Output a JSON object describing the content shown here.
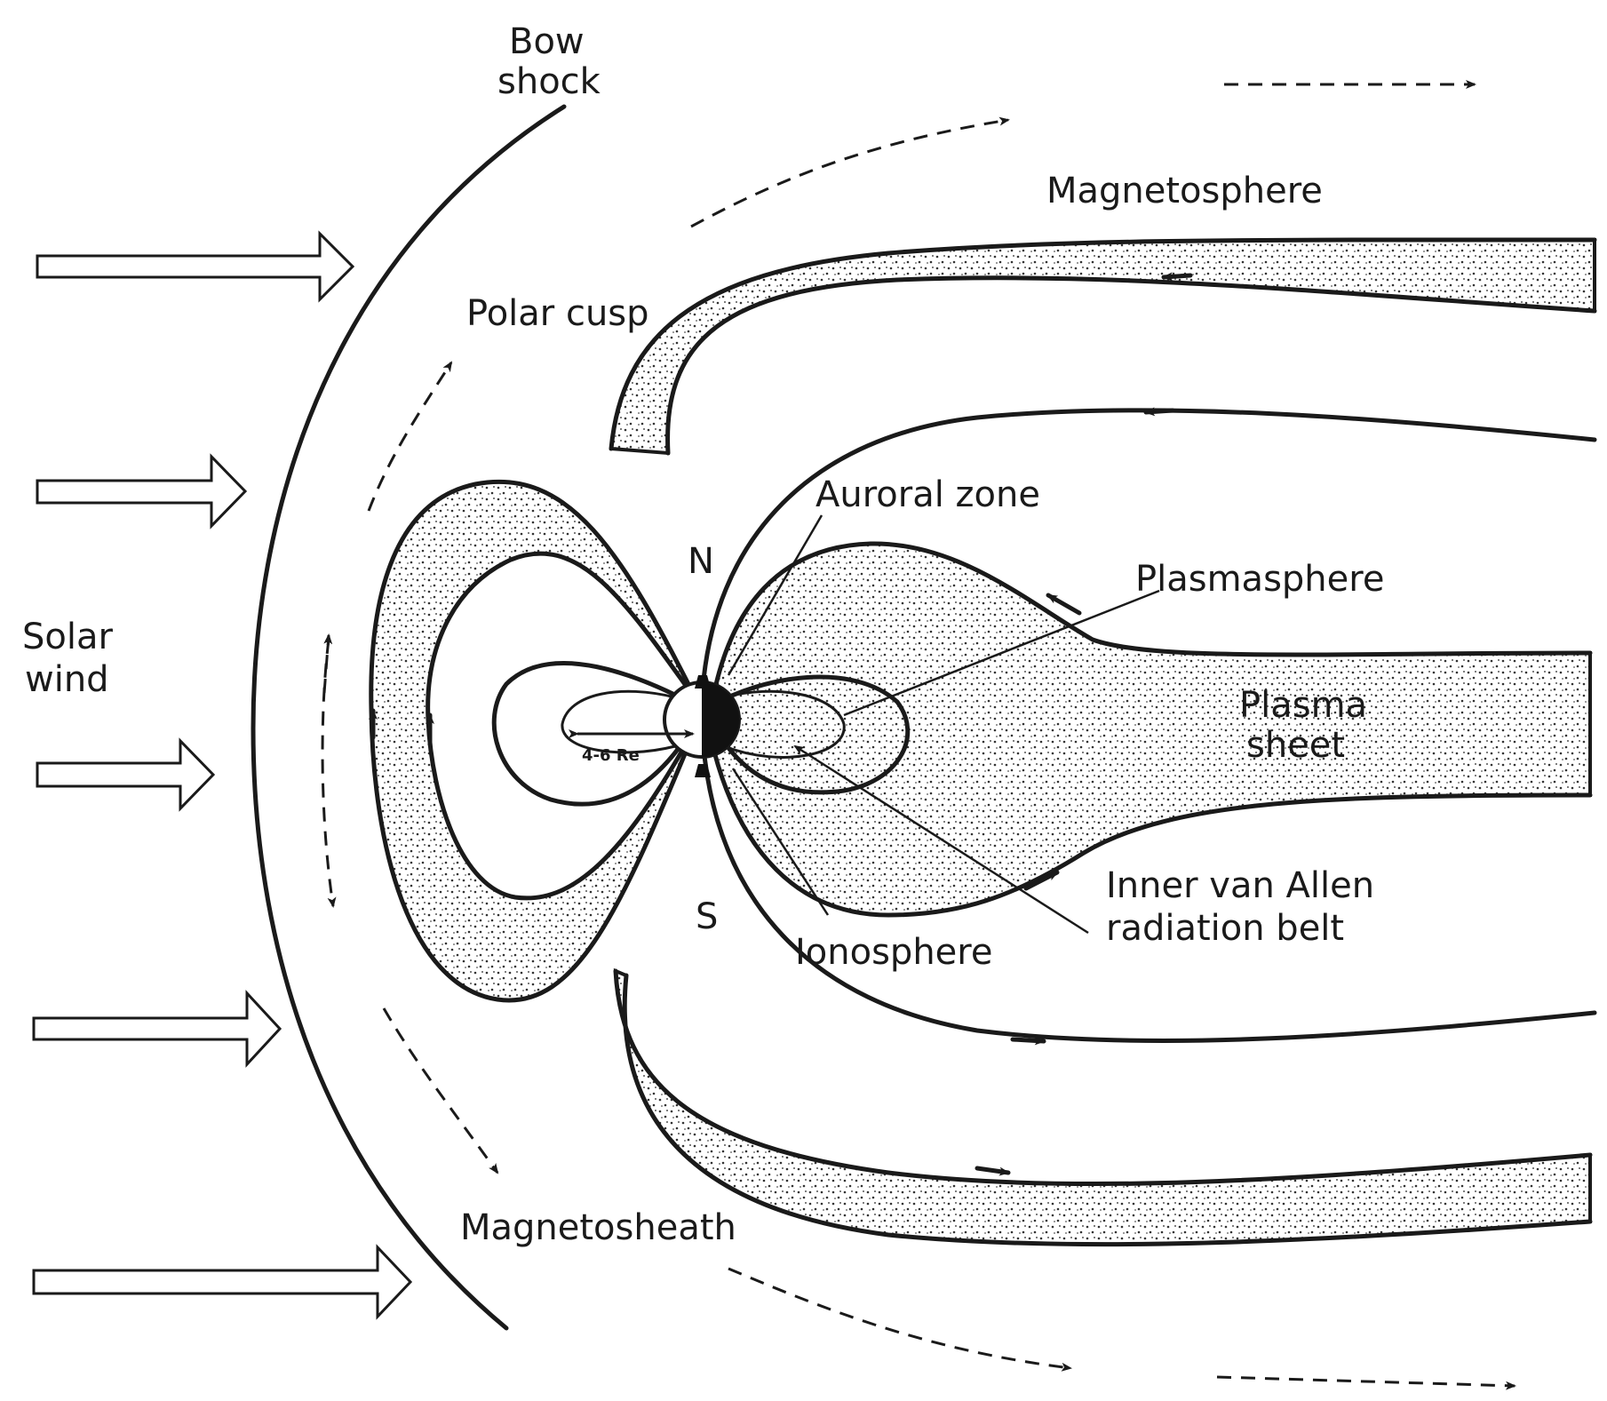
{
  "labels": {
    "bow_shock_line1": "Bow",
    "bow_shock_line2": "shock",
    "magnetosphere": "Magnetosphere",
    "polar_cusp": "Polar cusp",
    "auroral_zone": "Auroral zone",
    "north": "N",
    "south": "S",
    "plasmasphere": "Plasmasphere",
    "solar_wind_line1": "Solar",
    "solar_wind_line2": "wind",
    "plasma_sheet_line1": "Plasma",
    "plasma_sheet_line2": "sheet",
    "distance": "4-6 Re",
    "inner_belt_line1": "Inner van Allen",
    "inner_belt_line2": "radiation belt",
    "ionosphere": "Ionosphere",
    "magnetosheath": "Magnetosheath"
  },
  "colors": {
    "ink": "#1a1a1a",
    "paper": "#ffffff"
  }
}
